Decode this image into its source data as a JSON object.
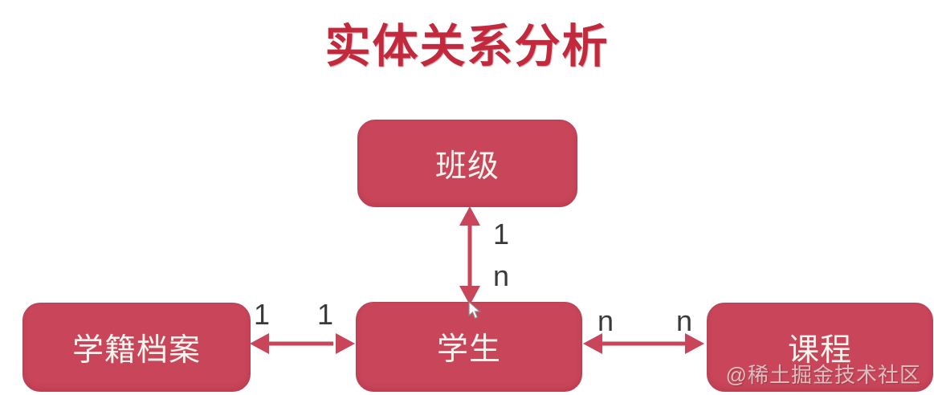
{
  "title": "实体关系分析",
  "colors": {
    "box_fill": "#c8455a",
    "title_red": "#c2293c",
    "label_dark": "#3a3a3a",
    "box_text": "#f8f4ee"
  },
  "entities": [
    {
      "id": "class",
      "label": "班级"
    },
    {
      "id": "archive",
      "label": "学籍档案"
    },
    {
      "id": "student",
      "label": "学生"
    },
    {
      "id": "course",
      "label": "课程"
    }
  ],
  "relations": [
    {
      "id": "class-student",
      "from": "班级",
      "to": "学生",
      "from_card": "1",
      "to_card": "n",
      "direction": "vertical"
    },
    {
      "id": "archive-student",
      "from": "学籍档案",
      "to": "学生",
      "from_card": "1",
      "to_card": "1",
      "direction": "horizontal"
    },
    {
      "id": "student-course",
      "from": "学生",
      "to": "课程",
      "from_card": "n",
      "to_card": "n",
      "direction": "horizontal"
    }
  ],
  "watermark": "@稀土掘金技术社区"
}
